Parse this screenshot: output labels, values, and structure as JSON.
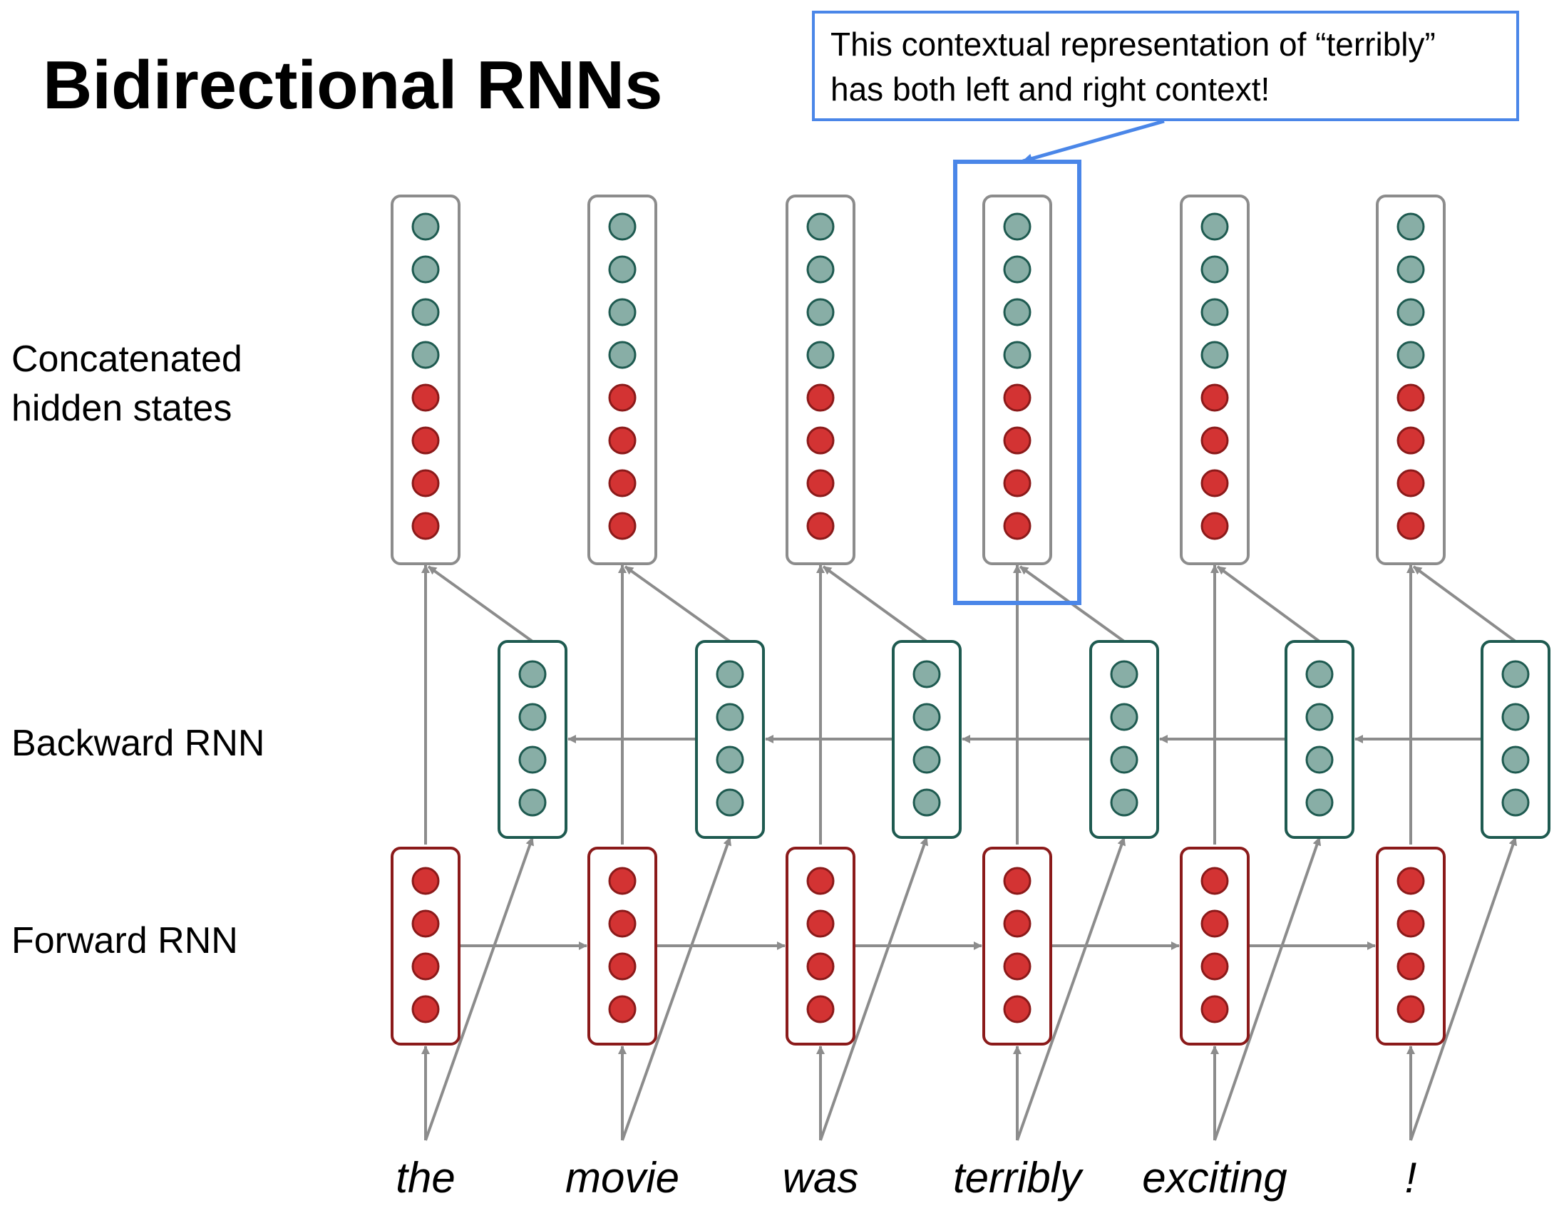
{
  "title": "Bidirectional RNNs",
  "callout": {
    "line1": "This contextual representation of “terribly”",
    "line2": "has both left and right context!"
  },
  "row_labels": {
    "concat_line1": "Concatenated",
    "concat_line2": "hidden states",
    "backward": "Backward RNN",
    "forward": "Forward RNN"
  },
  "words": [
    "the",
    "movie",
    "was",
    "terribly",
    "exciting",
    "!"
  ],
  "highlighted_word_index": 3,
  "colors": {
    "forward_unit": "#d33333",
    "forward_border": "#8b1a1a",
    "backward_unit": "#88aea6",
    "backward_border": "#1e5a50",
    "concat_border": "#8c8c8c",
    "arrow": "#8c8c8c",
    "highlight": "#4a86e8"
  }
}
